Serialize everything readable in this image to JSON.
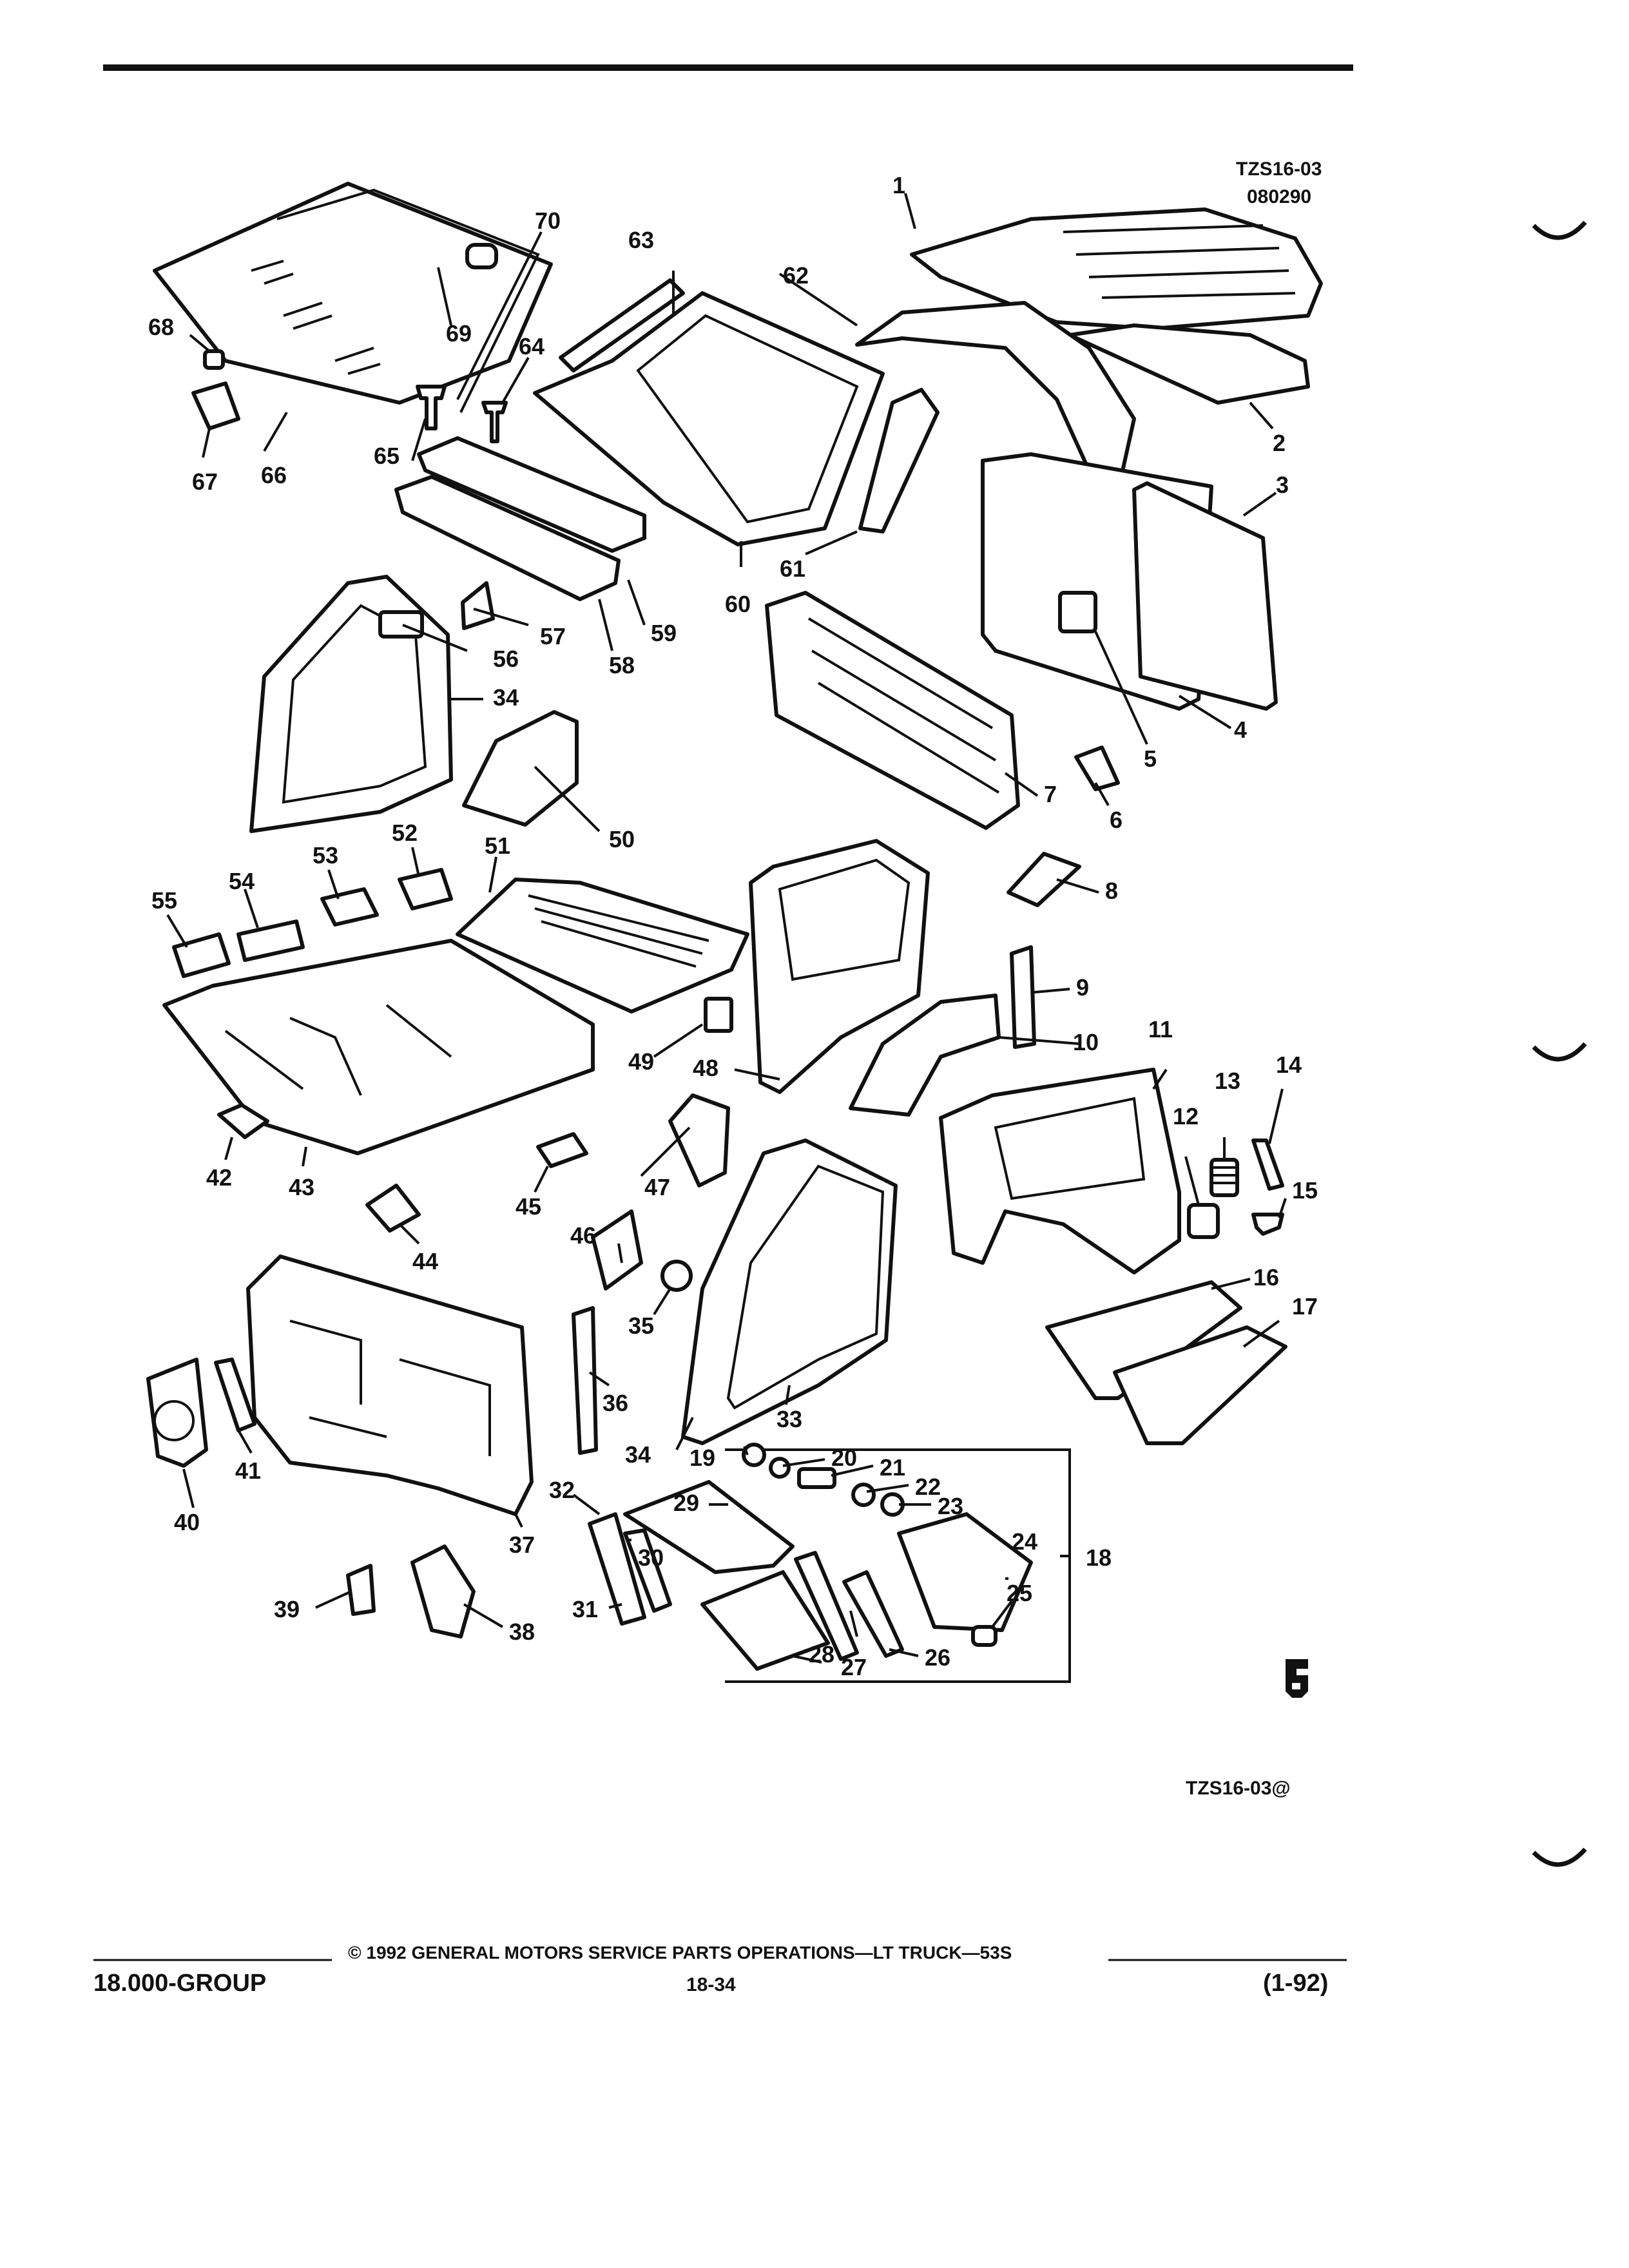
{
  "header": {
    "code_primary": "TZS16-03",
    "code_date": "080290"
  },
  "figure": {
    "code": "TZS16-03@",
    "callouts": [
      {
        "n": "1"
      },
      {
        "n": "2"
      },
      {
        "n": "3"
      },
      {
        "n": "4"
      },
      {
        "n": "5"
      },
      {
        "n": "6"
      },
      {
        "n": "7"
      },
      {
        "n": "8"
      },
      {
        "n": "9"
      },
      {
        "n": "10"
      },
      {
        "n": "11"
      },
      {
        "n": "12"
      },
      {
        "n": "13"
      },
      {
        "n": "14"
      },
      {
        "n": "15"
      },
      {
        "n": "16"
      },
      {
        "n": "17"
      },
      {
        "n": "18"
      },
      {
        "n": "19"
      },
      {
        "n": "20"
      },
      {
        "n": "21"
      },
      {
        "n": "22"
      },
      {
        "n": "23"
      },
      {
        "n": "24"
      },
      {
        "n": "25"
      },
      {
        "n": "26"
      },
      {
        "n": "27"
      },
      {
        "n": "28"
      },
      {
        "n": "29"
      },
      {
        "n": "30"
      },
      {
        "n": "31"
      },
      {
        "n": "32"
      },
      {
        "n": "33"
      },
      {
        "n": "34"
      },
      {
        "n": "35"
      },
      {
        "n": "36"
      },
      {
        "n": "37"
      },
      {
        "n": "38"
      },
      {
        "n": "39"
      },
      {
        "n": "40"
      },
      {
        "n": "41"
      },
      {
        "n": "42"
      },
      {
        "n": "43"
      },
      {
        "n": "44"
      },
      {
        "n": "45"
      },
      {
        "n": "46"
      },
      {
        "n": "47"
      },
      {
        "n": "48"
      },
      {
        "n": "49"
      },
      {
        "n": "50"
      },
      {
        "n": "51"
      },
      {
        "n": "52"
      },
      {
        "n": "53"
      },
      {
        "n": "54"
      },
      {
        "n": "55"
      },
      {
        "n": "56"
      },
      {
        "n": "57"
      },
      {
        "n": "58"
      },
      {
        "n": "59"
      },
      {
        "n": "60"
      },
      {
        "n": "61"
      },
      {
        "n": "62"
      },
      {
        "n": "63"
      },
      {
        "n": "64"
      },
      {
        "n": "65"
      },
      {
        "n": "66"
      },
      {
        "n": "67"
      },
      {
        "n": "68"
      },
      {
        "n": "69"
      },
      {
        "n": "70"
      },
      {
        "n": "34"
      }
    ]
  },
  "footer": {
    "copyright": "© 1992 GENERAL MOTORS SERVICE PARTS OPERATIONS—LT TRUCK—53S",
    "group": "18.000-GROUP",
    "page": "18-34",
    "revision": "(1-92)"
  }
}
